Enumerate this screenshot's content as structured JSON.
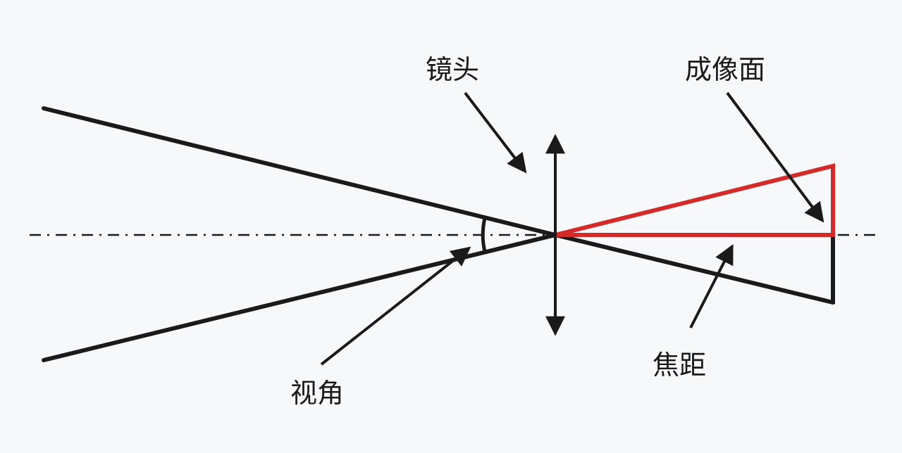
{
  "labels": {
    "lens": "镜头",
    "image_plane": "成像面",
    "field_of_view": "视角",
    "focal_length": "焦距"
  },
  "colors": {
    "background": "#f7f8fa",
    "ink": "#1a1a1a",
    "image_triangle": "#d42a2a"
  }
}
